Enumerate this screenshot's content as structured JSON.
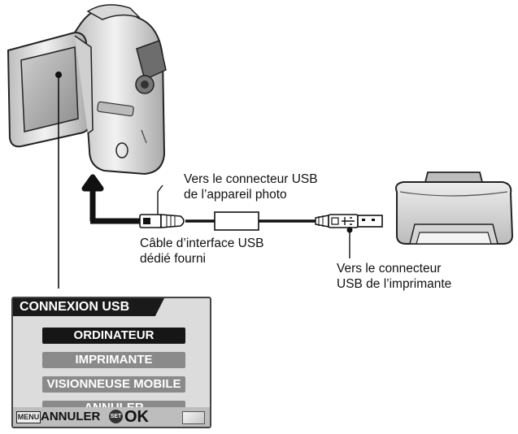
{
  "callouts": {
    "camera_connector": [
      "Vers le connecteur USB",
      "de l’appareil photo"
    ],
    "cable": [
      "Câble d’interface USB",
      "dédié fourni"
    ],
    "printer_connector": [
      "Vers le connecteur",
      "USB de l’imprimante"
    ]
  },
  "menu": {
    "title": "CONNEXION USB",
    "options": [
      {
        "label": "ORDINATEUR",
        "selected": true
      },
      {
        "label": "IMPRIMANTE",
        "selected": false
      },
      {
        "label": "VISIONNEUSE MOBILE",
        "selected": false
      },
      {
        "label": "ANNULER",
        "selected": false
      }
    ],
    "footer": {
      "menu_key": "MENU",
      "cancel_label": "ANNULER",
      "set_key": "SET",
      "ok_label": "OK"
    }
  },
  "colors": {
    "line": "#111111",
    "menu_selected": "#161616",
    "menu_dimmed": "#8a8a8a",
    "device_body": "#e6e6e6"
  }
}
